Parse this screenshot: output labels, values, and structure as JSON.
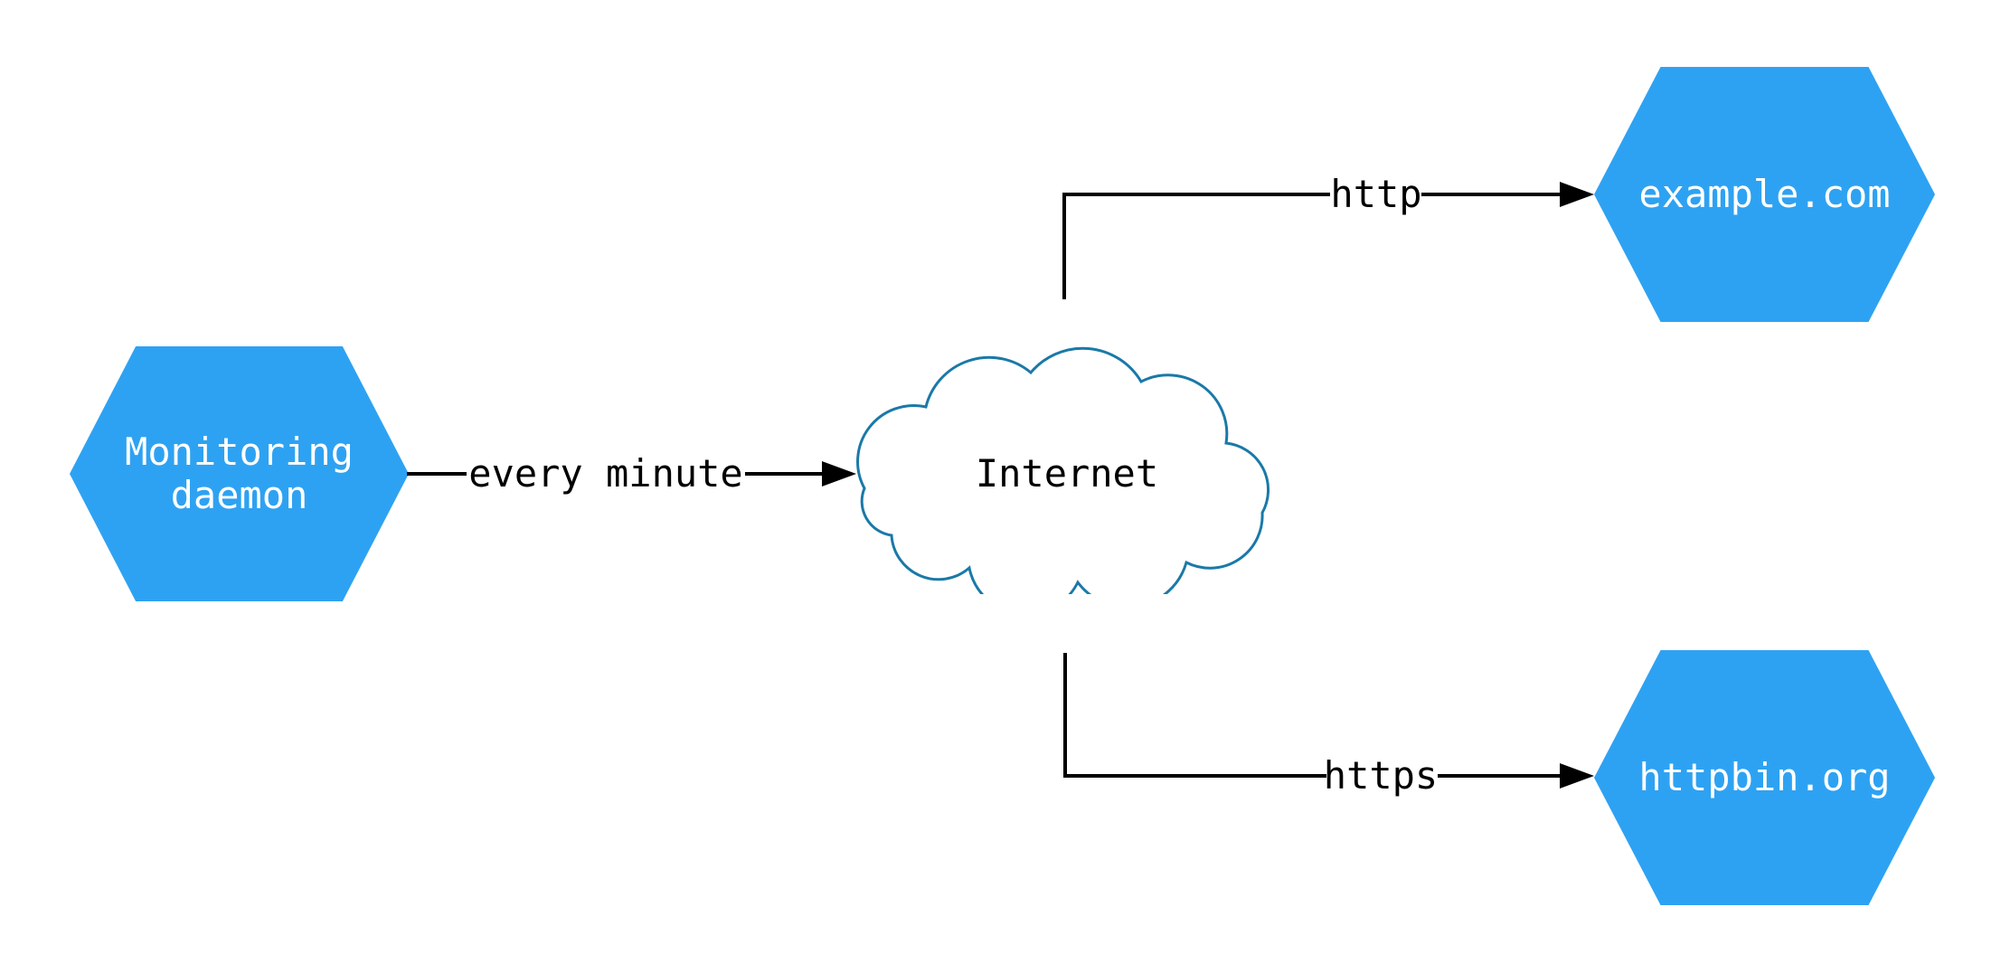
{
  "diagram": {
    "background_color": "#ffffff",
    "node_fill_color": "#2EA2F2",
    "node_text_color": "#ffffff",
    "cloud_stroke_color": "#1A79A8",
    "edge_color": "#000000",
    "nodes": {
      "monitoring": {
        "label": "Monitoring\ndaemon",
        "shape": "hexagon"
      },
      "internet": {
        "label": "Internet",
        "shape": "cloud"
      },
      "example": {
        "label": "example.com",
        "shape": "hexagon"
      },
      "httpbin": {
        "label": "httpbin.org",
        "shape": "hexagon"
      }
    },
    "edges": [
      {
        "from": "Monitoring daemon",
        "to": "Internet",
        "label": "every minute"
      },
      {
        "from": "Internet",
        "to": "example.com",
        "label": "http"
      },
      {
        "from": "Internet",
        "to": "httpbin.org",
        "label": "https"
      }
    ]
  }
}
